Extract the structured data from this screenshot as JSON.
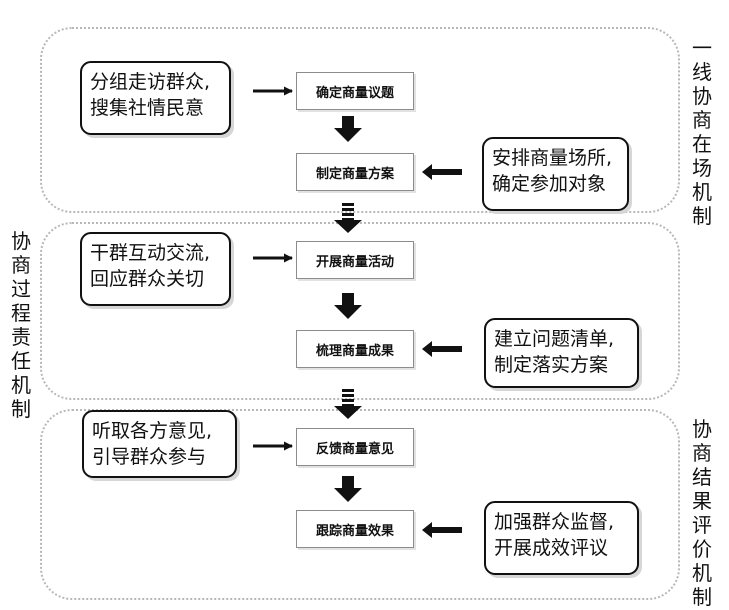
{
  "zones": [
    {
      "label": "一线协商在场机制"
    },
    {
      "label": "协商过程责任机制"
    },
    {
      "label": "协商结果评价机制"
    }
  ],
  "steps": [
    "确定商量议题",
    "制定商量方案",
    "开展商量活动",
    "梳理商量成果",
    "反馈商量意见",
    "跟踪商量效果"
  ],
  "notes": [
    {
      "line1": "分组走访群众,",
      "line2": "搜集社情民意"
    },
    {
      "line1": "安排商量场所,",
      "line2": "确定参加对象"
    },
    {
      "line1": "干群互动交流,",
      "line2": "回应群众关切"
    },
    {
      "line1": "建立问题清单,",
      "line2": "制定落实方案"
    },
    {
      "line1": "听取各方意见,",
      "line2": "引导群众参与"
    },
    {
      "line1": "加强群众监督,",
      "line2": "开展成效评议"
    }
  ]
}
